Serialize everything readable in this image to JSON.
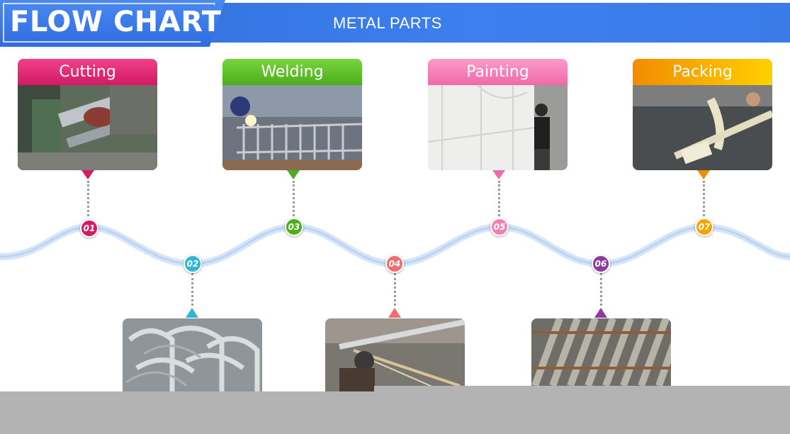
{
  "header": {
    "title": "FLOW CHART",
    "subtitle": "METAL PARTS",
    "accent": "#3a7be8"
  },
  "steps": [
    {
      "number": "01",
      "label": "Cutting",
      "color": "#e0286f",
      "photo": "pipe-cutting-photo"
    },
    {
      "number": "02",
      "photo": "pipe-bending-photo",
      "color": "#2fb6d6"
    },
    {
      "number": "03",
      "label": "Welding",
      "color": "#5cc12a",
      "photo": "welding-photo"
    },
    {
      "number": "04",
      "photo": "grinding-photo",
      "color": "#f06d6d"
    },
    {
      "number": "05",
      "label": "Painting",
      "color": "#f57fb5",
      "photo": "painting-photo"
    },
    {
      "number": "06",
      "photo": "coated-tubes-photo",
      "color": "#8e3aa0"
    },
    {
      "number": "07",
      "label": "Packing",
      "color": "#f7a400",
      "photo": "packing-photo"
    }
  ]
}
